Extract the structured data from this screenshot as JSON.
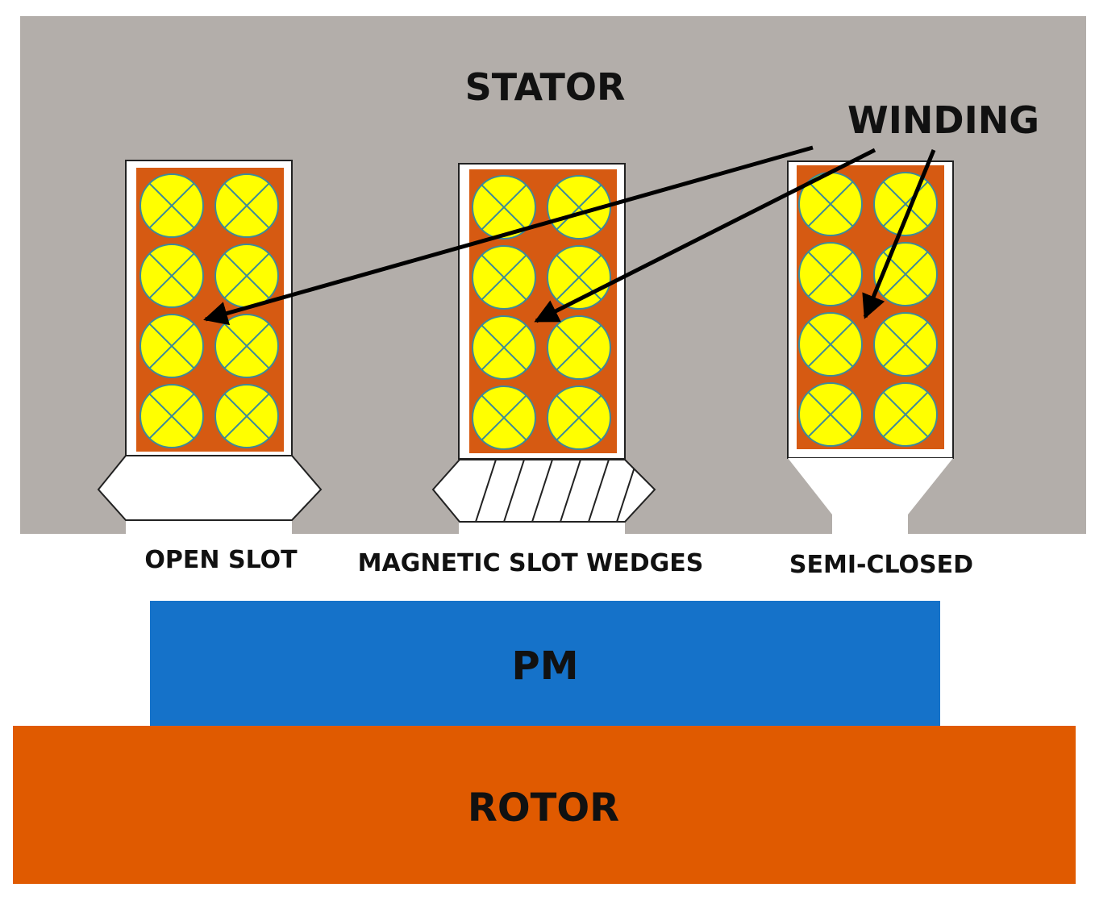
{
  "labels": {
    "stator": "STATOR",
    "winding": "WINDING",
    "pm": "PM",
    "rotor": "ROTOR"
  },
  "slots": [
    {
      "label": "OPEN SLOT",
      "type": "open"
    },
    {
      "label": "MAGNETIC SLOT WEDGES",
      "type": "magnetic-wedge"
    },
    {
      "label": "SEMI-CLOSED",
      "type": "semi-closed"
    }
  ],
  "conductors_per_slot": {
    "rows": 4,
    "cols": 2,
    "symbol": "current-into-page-cross"
  },
  "colors": {
    "stator": "#b3aeaa",
    "slot_insulation": "#ffffff",
    "winding_fill": "#d65a12",
    "conductor": "#ffff00",
    "conductor_edge": "#3c8a9a",
    "pm": "#1572c9",
    "pm_text": "#ffffff",
    "rotor": "#e05a00",
    "text": "#111111",
    "arrow": "#000000"
  }
}
